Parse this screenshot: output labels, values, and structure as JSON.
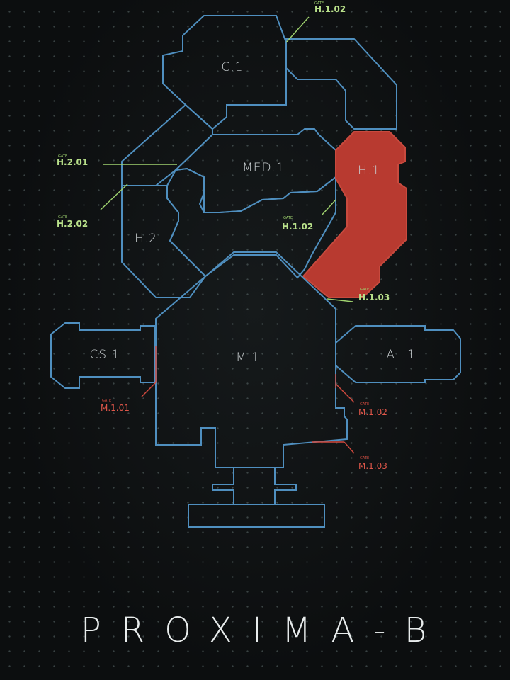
{
  "title": "PROXIMA-B",
  "rooms": {
    "c1": "C.1",
    "med1": "MED.1",
    "h1": "H.1",
    "h2": "H.2",
    "m1": "M.1",
    "cs1": "CS.1",
    "al1": "AL.1"
  },
  "gate_prefix": "GATE",
  "gates": {
    "h102_top": "H.1.02",
    "h201": "H.2.01",
    "h202": "H.2.02",
    "h102_mid": "H.1.02",
    "h103": "H.1.03",
    "m101": "M.1.01",
    "m102": "M.1.02",
    "m103": "M.1.03"
  },
  "highlighted_room": "H.1",
  "colors": {
    "outline": "#4f8fbf",
    "highlight": "#b83a30",
    "gate_active": "#9fd26f",
    "gate_alert": "#d24a3e"
  }
}
